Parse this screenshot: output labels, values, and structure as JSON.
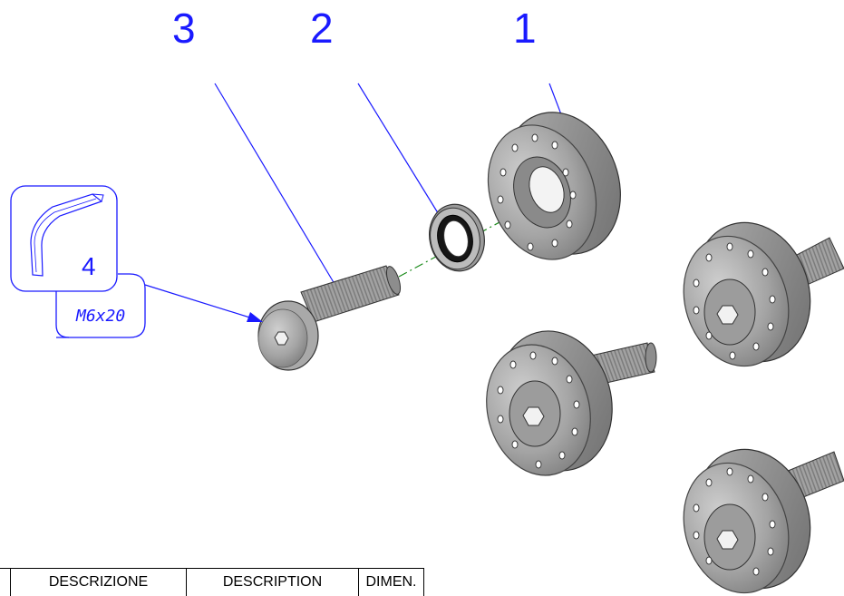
{
  "callouts": {
    "part_1": "1",
    "part_2": "2",
    "part_3": "3"
  },
  "tool_callout": {
    "number": "4",
    "size": "M6x20"
  },
  "table_header": {
    "col_0": "",
    "col_descrizione": "DESCRIZIONE",
    "col_description": "DESCRIPTION",
    "col_dimen": "DIMEN."
  },
  "colors": {
    "callout_blue": "#1a1aff",
    "axis_green": "#1a8a1a",
    "part_grey": "#9a9a9a"
  }
}
